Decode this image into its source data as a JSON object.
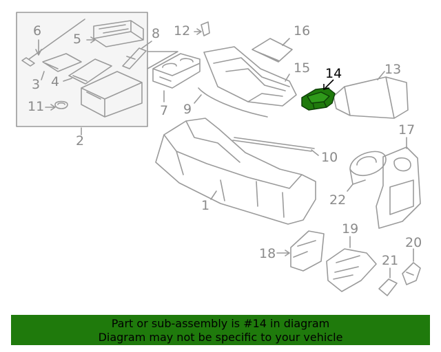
{
  "callouts": [
    {
      "id": "1",
      "text": "1"
    },
    {
      "id": "2",
      "text": "2"
    },
    {
      "id": "3",
      "text": "3"
    },
    {
      "id": "4",
      "text": "4"
    },
    {
      "id": "5",
      "text": "5"
    },
    {
      "id": "6",
      "text": "6"
    },
    {
      "id": "7",
      "text": "7"
    },
    {
      "id": "8",
      "text": "8"
    },
    {
      "id": "9",
      "text": "9"
    },
    {
      "id": "10",
      "text": "10"
    },
    {
      "id": "11",
      "text": "11"
    },
    {
      "id": "12",
      "text": "12"
    },
    {
      "id": "13",
      "text": "13"
    },
    {
      "id": "14",
      "text": "14"
    },
    {
      "id": "15",
      "text": "15"
    },
    {
      "id": "16",
      "text": "16"
    },
    {
      "id": "17",
      "text": "17"
    },
    {
      "id": "18",
      "text": "18"
    },
    {
      "id": "19",
      "text": "19"
    },
    {
      "id": "20",
      "text": "20"
    },
    {
      "id": "21",
      "text": "21"
    },
    {
      "id": "22",
      "text": "22"
    }
  ],
  "highlighted_part": "14",
  "banner": {
    "line1": "Part or sub-assembly is #14 in diagram",
    "line2": "Diagram may not be specific to your vehicle"
  },
  "colors": {
    "line": "#9a9a9a",
    "highlight_fill": "#1f7a0c",
    "banner_bg": "#1f7a0c",
    "inset_bg": "#f5f5f5"
  }
}
